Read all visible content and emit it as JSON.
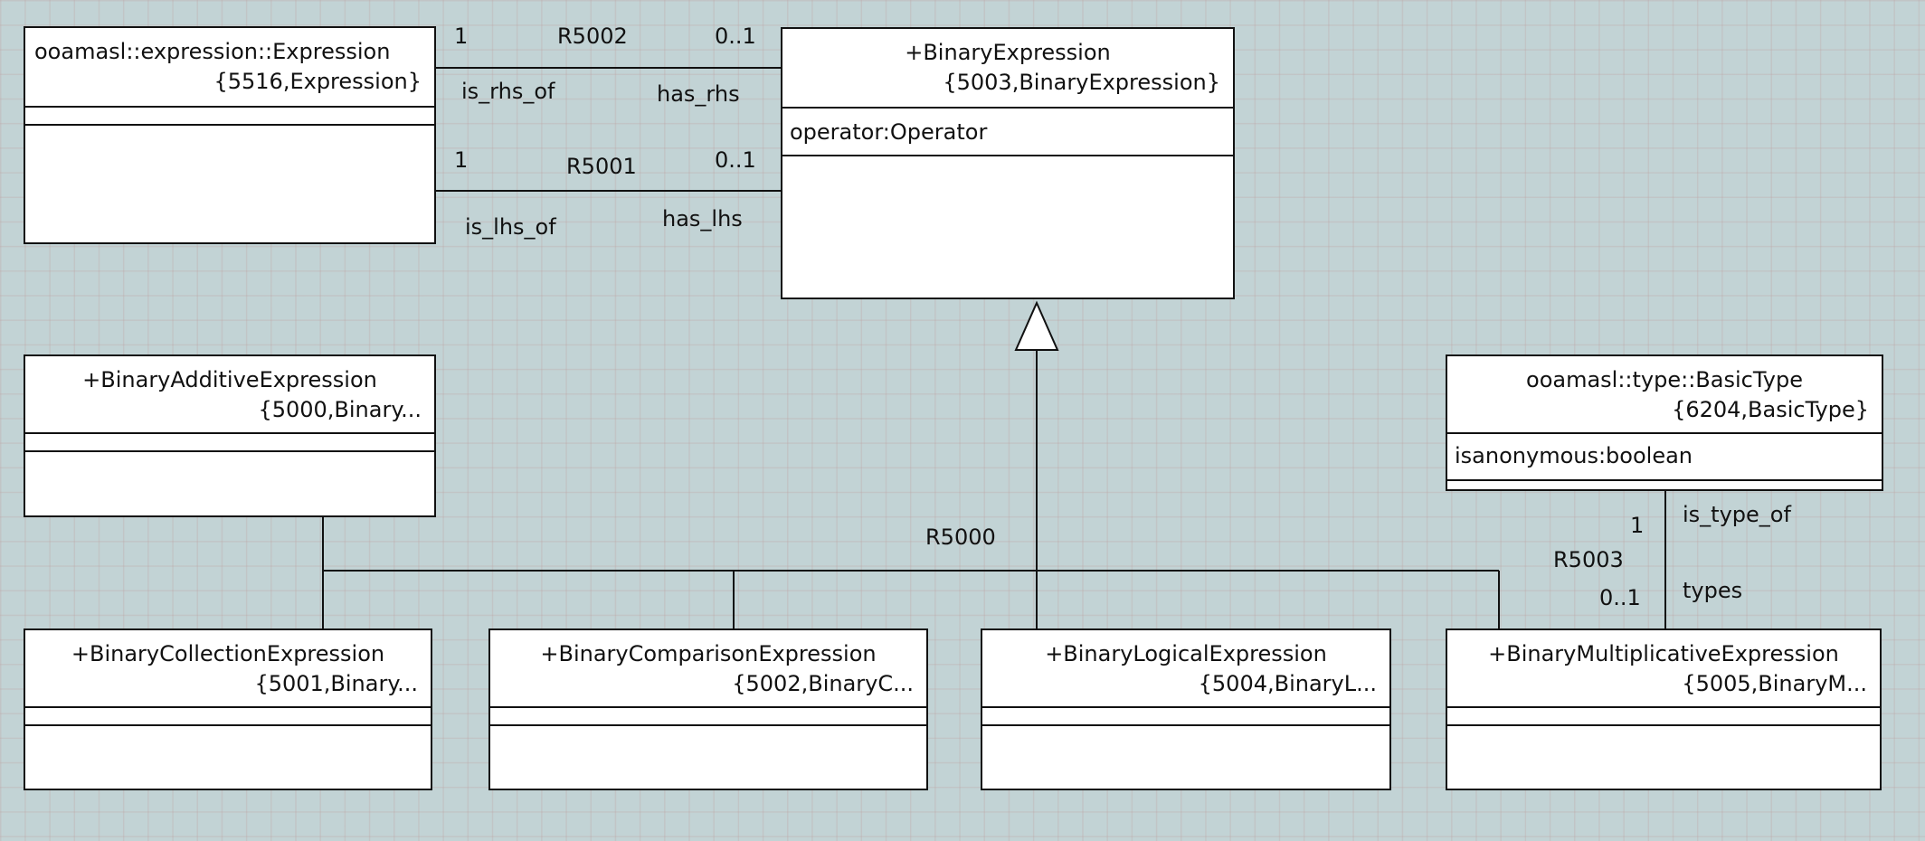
{
  "classes": {
    "expression": {
      "name": "ooamasl::expression::Expression",
      "id": "{5516,Expression}"
    },
    "binary_expression": {
      "name": "+BinaryExpression",
      "id": "{5003,BinaryExpression}",
      "attribute": "operator:Operator"
    },
    "binary_additive": {
      "name": "+BinaryAdditiveExpression",
      "id": "{5000,Binary..."
    },
    "basic_type": {
      "name": "ooamasl::type::BasicType",
      "id": "{6204,BasicType}",
      "attribute": "isanonymous:boolean"
    },
    "binary_collection": {
      "name": "+BinaryCollectionExpression",
      "id": "{5001,Binary..."
    },
    "binary_comparison": {
      "name": "+BinaryComparisonExpression",
      "id": "{5002,BinaryC..."
    },
    "binary_logical": {
      "name": "+BinaryLogicalExpression",
      "id": "{5004,BinaryL..."
    },
    "binary_multiplicative": {
      "name": "+BinaryMultiplicativeExpression",
      "id": "{5005,BinaryM..."
    }
  },
  "associations": {
    "r5002": {
      "name": "R5002",
      "mult_from": "1",
      "mult_to": "0..1",
      "role_from": "is_rhs_of",
      "role_to": "has_rhs"
    },
    "r5001": {
      "name": "R5001",
      "mult_from": "1",
      "mult_to": "0..1",
      "role_from": "is_lhs_of",
      "role_to": "has_lhs"
    },
    "r5003": {
      "name": "R5003",
      "mult_from": "1",
      "mult_to": "0..1",
      "role_from": "is_type_of",
      "role_to": "types"
    },
    "r5000": {
      "name": "R5000"
    }
  }
}
